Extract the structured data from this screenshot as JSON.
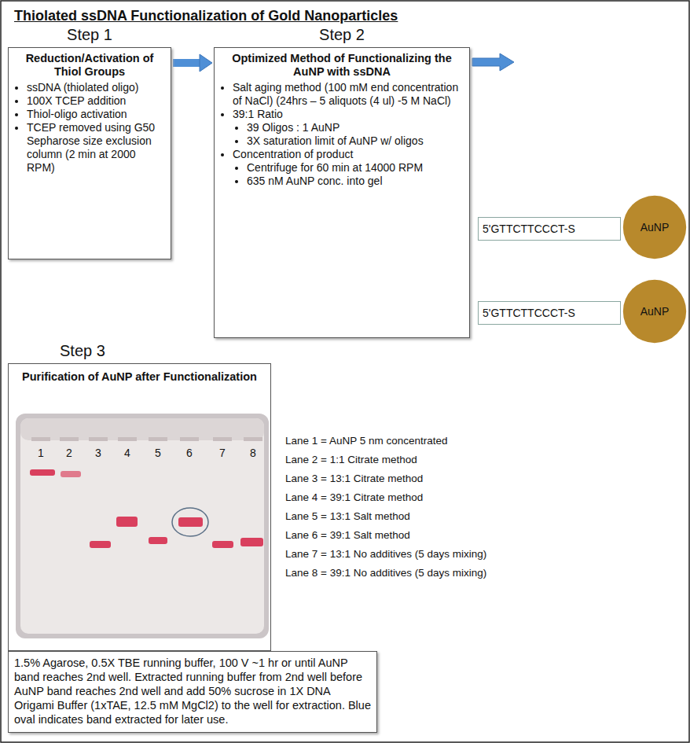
{
  "diagram": {
    "title": "Thiolated ssDNA Functionalization of Gold Nanoparticles",
    "nodes": [
      {
        "text": [
          "Step 1",
          "Reduction/Activation of Thiol Groups",
          "ssDNA (thiolated oligo)",
          "100X TCEP addition",
          "Thiol-oligo activation",
          "TCEP removed using G50 Sepharose size exclusion column (2 min at 2000 RPM)"
        ]
      },
      {
        "text": [
          "Step 2",
          "Optimized Method of Functionalizing the AuNP with ssDNA",
          "Salt aging method (100 mM end concentration of NaCl) (24hrs – 5 aliquots (4 ul) -5 M NaCl)",
          "39:1 Ratio",
          "39 Oligos : 1 AuNP",
          "3X saturation limit of AuNP w/ oligos",
          "Concentration of product",
          "Centrifuge for 60 min at 14000 RPM",
          "635 nM AuNP conc. into gel"
        ]
      },
      {
        "text": [
          "5'GTTCTTCCCT-S"
        ]
      },
      {
        "text": [
          "AuNP"
        ]
      },
      {
        "text": [
          "5'GTTCTTCCCT-S"
        ]
      },
      {
        "text": [
          "AuNP"
        ]
      },
      {
        "text": [
          "Step 3",
          "Purification of AuNP after Functionalization"
        ]
      },
      {
        "text": [
          "1.5% Agarose, 0.5X TBE running buffer, 100 V ~1 hr or until AuNP band reaches 2nd well. Extracted running buffer from 2nd well before AuNP band reaches 2nd well and add 50% sucrose in 1X DNA Origami Buffer (1xTAE, 12.5 mM MgCl2) to the well for extraction. Blue oval indicates band extracted for later use."
        ]
      }
    ],
    "edges": [
      {
        "from": 0,
        "to": 1,
        "arrow": "to"
      }
    ],
    "labels": [
      "1",
      "2",
      "3",
      "4",
      "5",
      "6",
      "7",
      "8",
      "Lane 1 = AuNP 5 nm concentrated",
      "Lane 2 = 1:1 Citrate method",
      "Lane 3 = 13:1 Citrate method",
      "Lane 4 = 39:1 Citrate method",
      "Lane 5 = 13:1 Salt method",
      "Lane 6 = 39:1 Salt method",
      "Lane 7 = 13:1 No additives (5 days mixing)",
      "Lane 8 = 39:1 No additives (5 days mixing)"
    ]
  }
}
